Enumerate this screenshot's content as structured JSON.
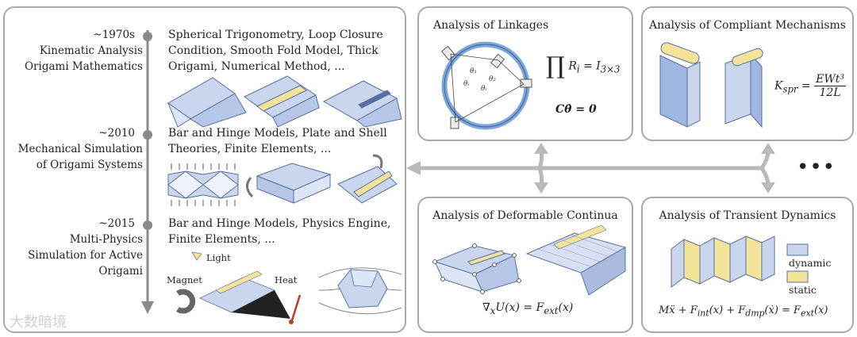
{
  "timeline": [
    {
      "era": "~1970s",
      "label1": "Kinematic Analysis",
      "label2": "Origami Mathematics",
      "desc": "Spherical Trigonometry, Loop Closure Condition, Smooth Fold Model, Thick Origami, Numerical Method, ..."
    },
    {
      "era": "~2010",
      "label1": "Mechanical Simulation",
      "label2": "of Origami Systems",
      "desc": "Bar and Hinge Models, Plate and Shell Theories, Finite Elements, ..."
    },
    {
      "era": "~2015",
      "label1": "Multi-Physics",
      "label2": "Simulation for Active",
      "label3": "Origami",
      "desc": "Bar and Hinge Models, Physics Engine, Finite Elements, ..."
    }
  ],
  "stimuli": {
    "light": "Light",
    "magnet": "Magnet",
    "heat": "Heat"
  },
  "panels": {
    "linkages": {
      "title": "Analysis of Linkages"
    },
    "compliant": {
      "title": "Analysis of Compliant Mechanisms"
    },
    "continua": {
      "title": "Analysis of Deformable Continua"
    },
    "transient": {
      "title": "Analysis of Transient Dynamics",
      "legend_dynamic": "dynamic",
      "legend_static": "static"
    }
  },
  "more": "•••",
  "watermark": "大数暗境",
  "colors": {
    "panel_fill": "#c9d6ee",
    "panel_stroke": "#5a6fa0",
    "fold_yellow": "#f3e49a",
    "arrow": "#b9b9b9",
    "ring": "#7fa6d8"
  }
}
